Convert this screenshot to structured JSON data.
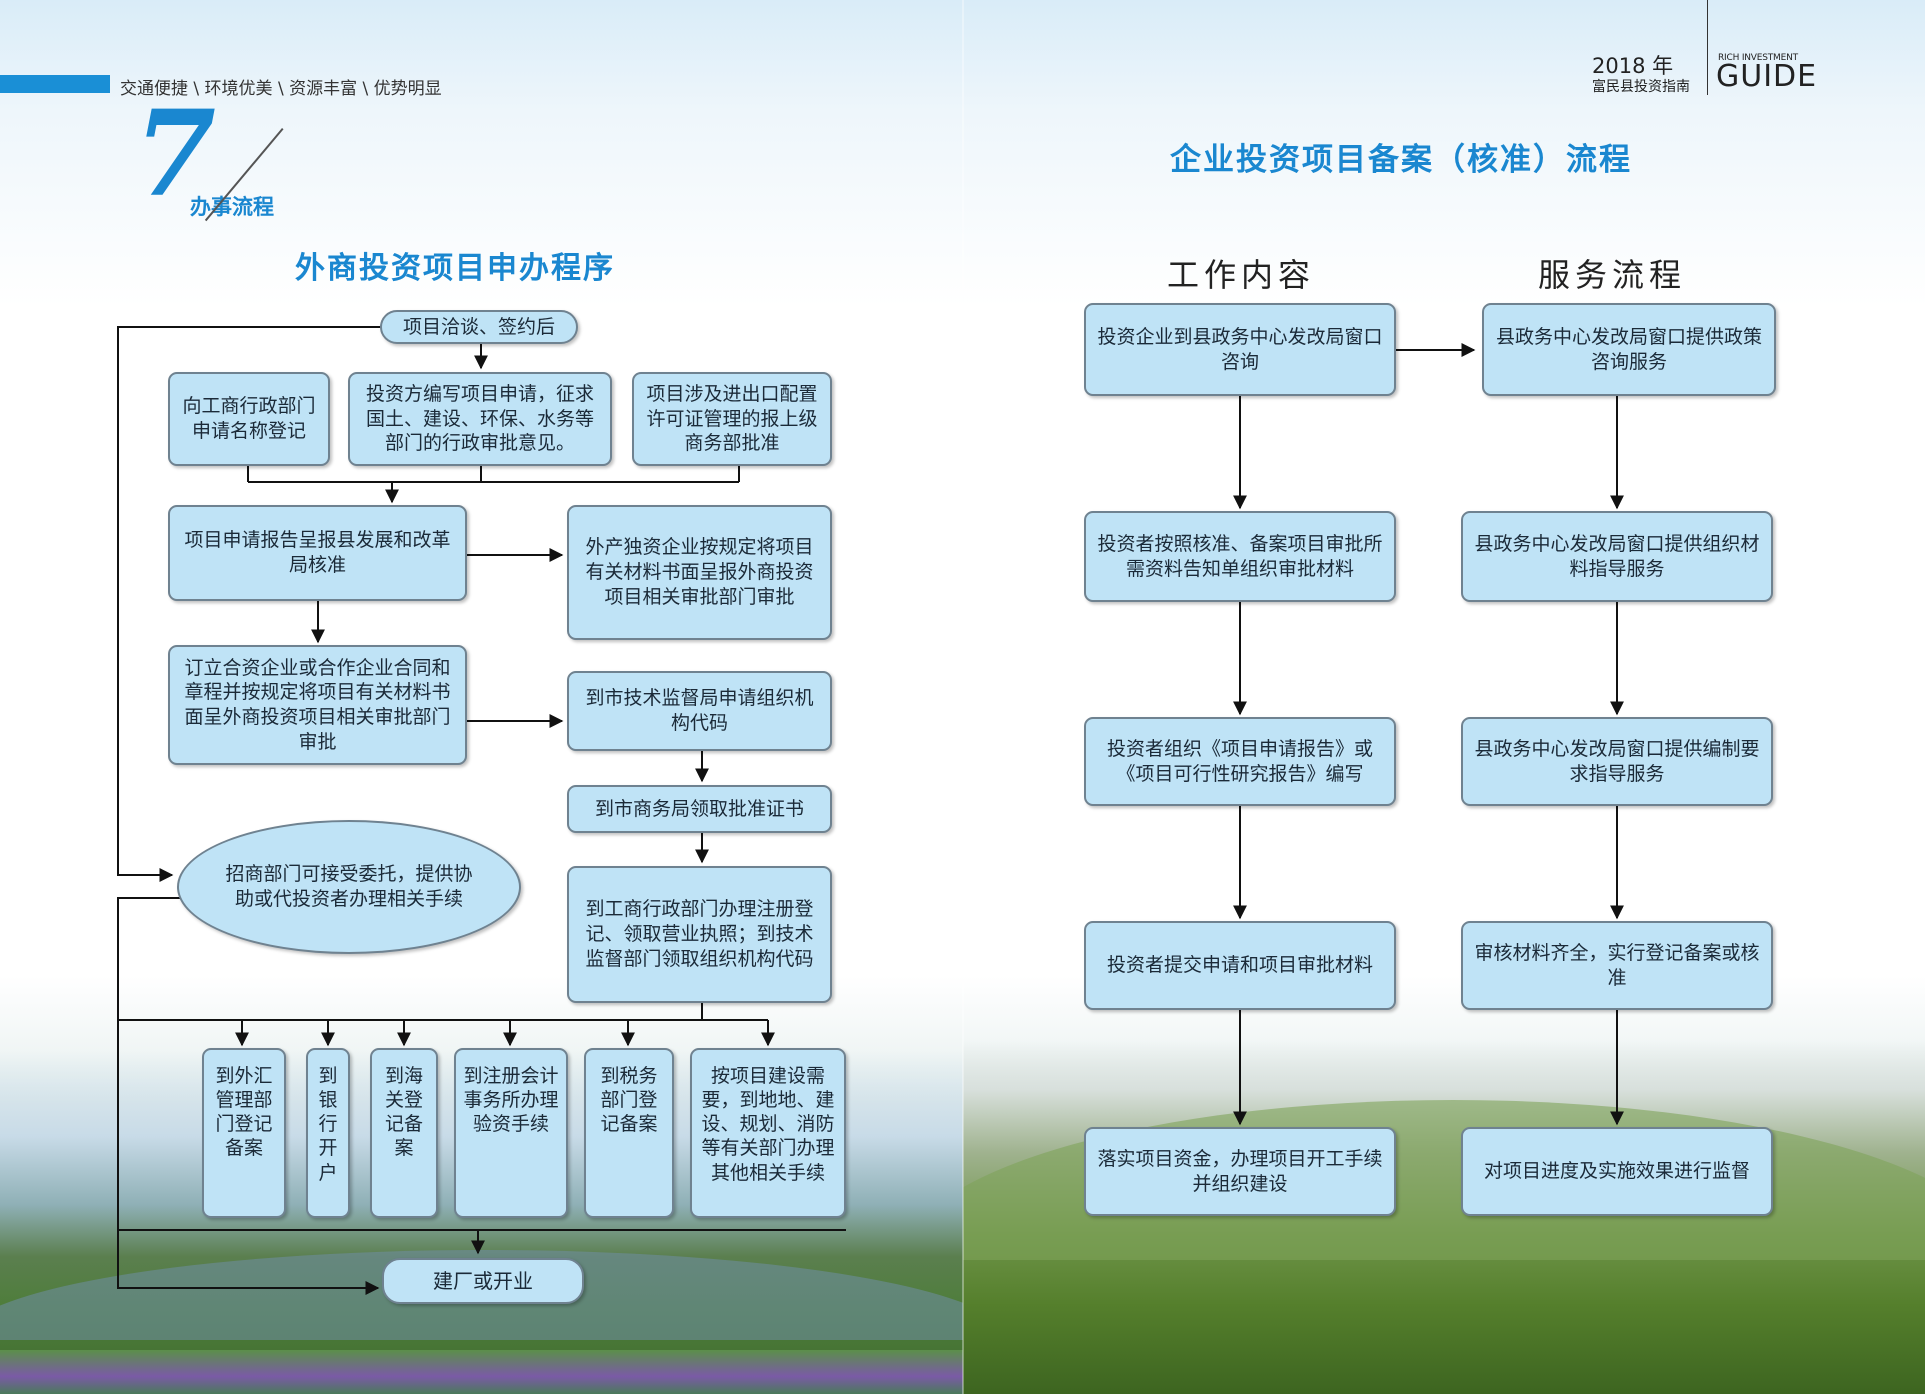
{
  "header": {
    "slogan": "交通便捷 \\ 环境优美 \\ 资源丰富 \\ 优势明显",
    "section_number": "7",
    "section_title": "办事流程",
    "year": "2018 年",
    "guide_subtitle": "富民县投资指南",
    "rich_investment": "RICH INVESTMENT",
    "guide": "GUIDE"
  },
  "left": {
    "title": "外商投资项目申办程序",
    "nodes": {
      "start": "项目洽谈、签约后",
      "name_reg": "向工商行政部门申请名称登记",
      "investor_apply": "投资方编写项目申请，征求国土、建设、环保、水务等部门的行政审批意见。",
      "import_export": "项目涉及进出口配置许可证管理的报上级商务部批准",
      "report": "项目申请报告呈报县发展和改革局核准",
      "foreign_owned": "外产独资企业按规定将项目有关材料书面呈报外商投资项目相关审批部门审批",
      "contract": "订立合资企业或合作企业合同和章程并按规定将项目有关材料书面呈外商投资项目相关审批部门审批",
      "tech_code": "到市技术监督局申请组织机构代码",
      "cert": "到市商务局领取批准证书",
      "agency": "招商部门可接受委托，提供协助或代投资者办理相关手续",
      "license": "到工商行政部门办理注册登记、领取营业执照；到技术监督部门领取组织机构代码",
      "forex": "到外汇管理部门登记备案",
      "bank": "到银行开户",
      "customs": "到海关登记备案",
      "accountant": "到注册会计事务所办理验资手续",
      "tax": "到税务部门登记备案",
      "other": "按项目建设需要，到地地、建设、规划、消防等有关部门办理其他相关手续",
      "end": "建厂或开业"
    }
  },
  "right": {
    "title": "企业投资项目备案（核准）流程",
    "work_header": "工作内容",
    "service_header": "服务流程",
    "work": [
      "投资企业到县政务中心发改局窗口咨询",
      "投资者按照核准、备案项目审批所需资料告知单组织审批材料",
      "投资者组织《项目申请报告》或《项目可行性研究报告》编写",
      "投资者提交申请和项目审批材料",
      "落实项目资金，办理项目开工手续并组织建设"
    ],
    "service": [
      "县政务中心发改局窗口提供政策咨询服务",
      "县政务中心发改局窗口提供组织材料指导服务",
      "县政务中心发改局窗口提供编制要求指导服务",
      "审核材料齐全，实行登记备案或核准",
      "对项目进度及实施效果进行监督"
    ]
  },
  "colors": {
    "accent": "#1a87d0",
    "box_fill": "#bfe3f6",
    "box_border": "#6f8290"
  }
}
